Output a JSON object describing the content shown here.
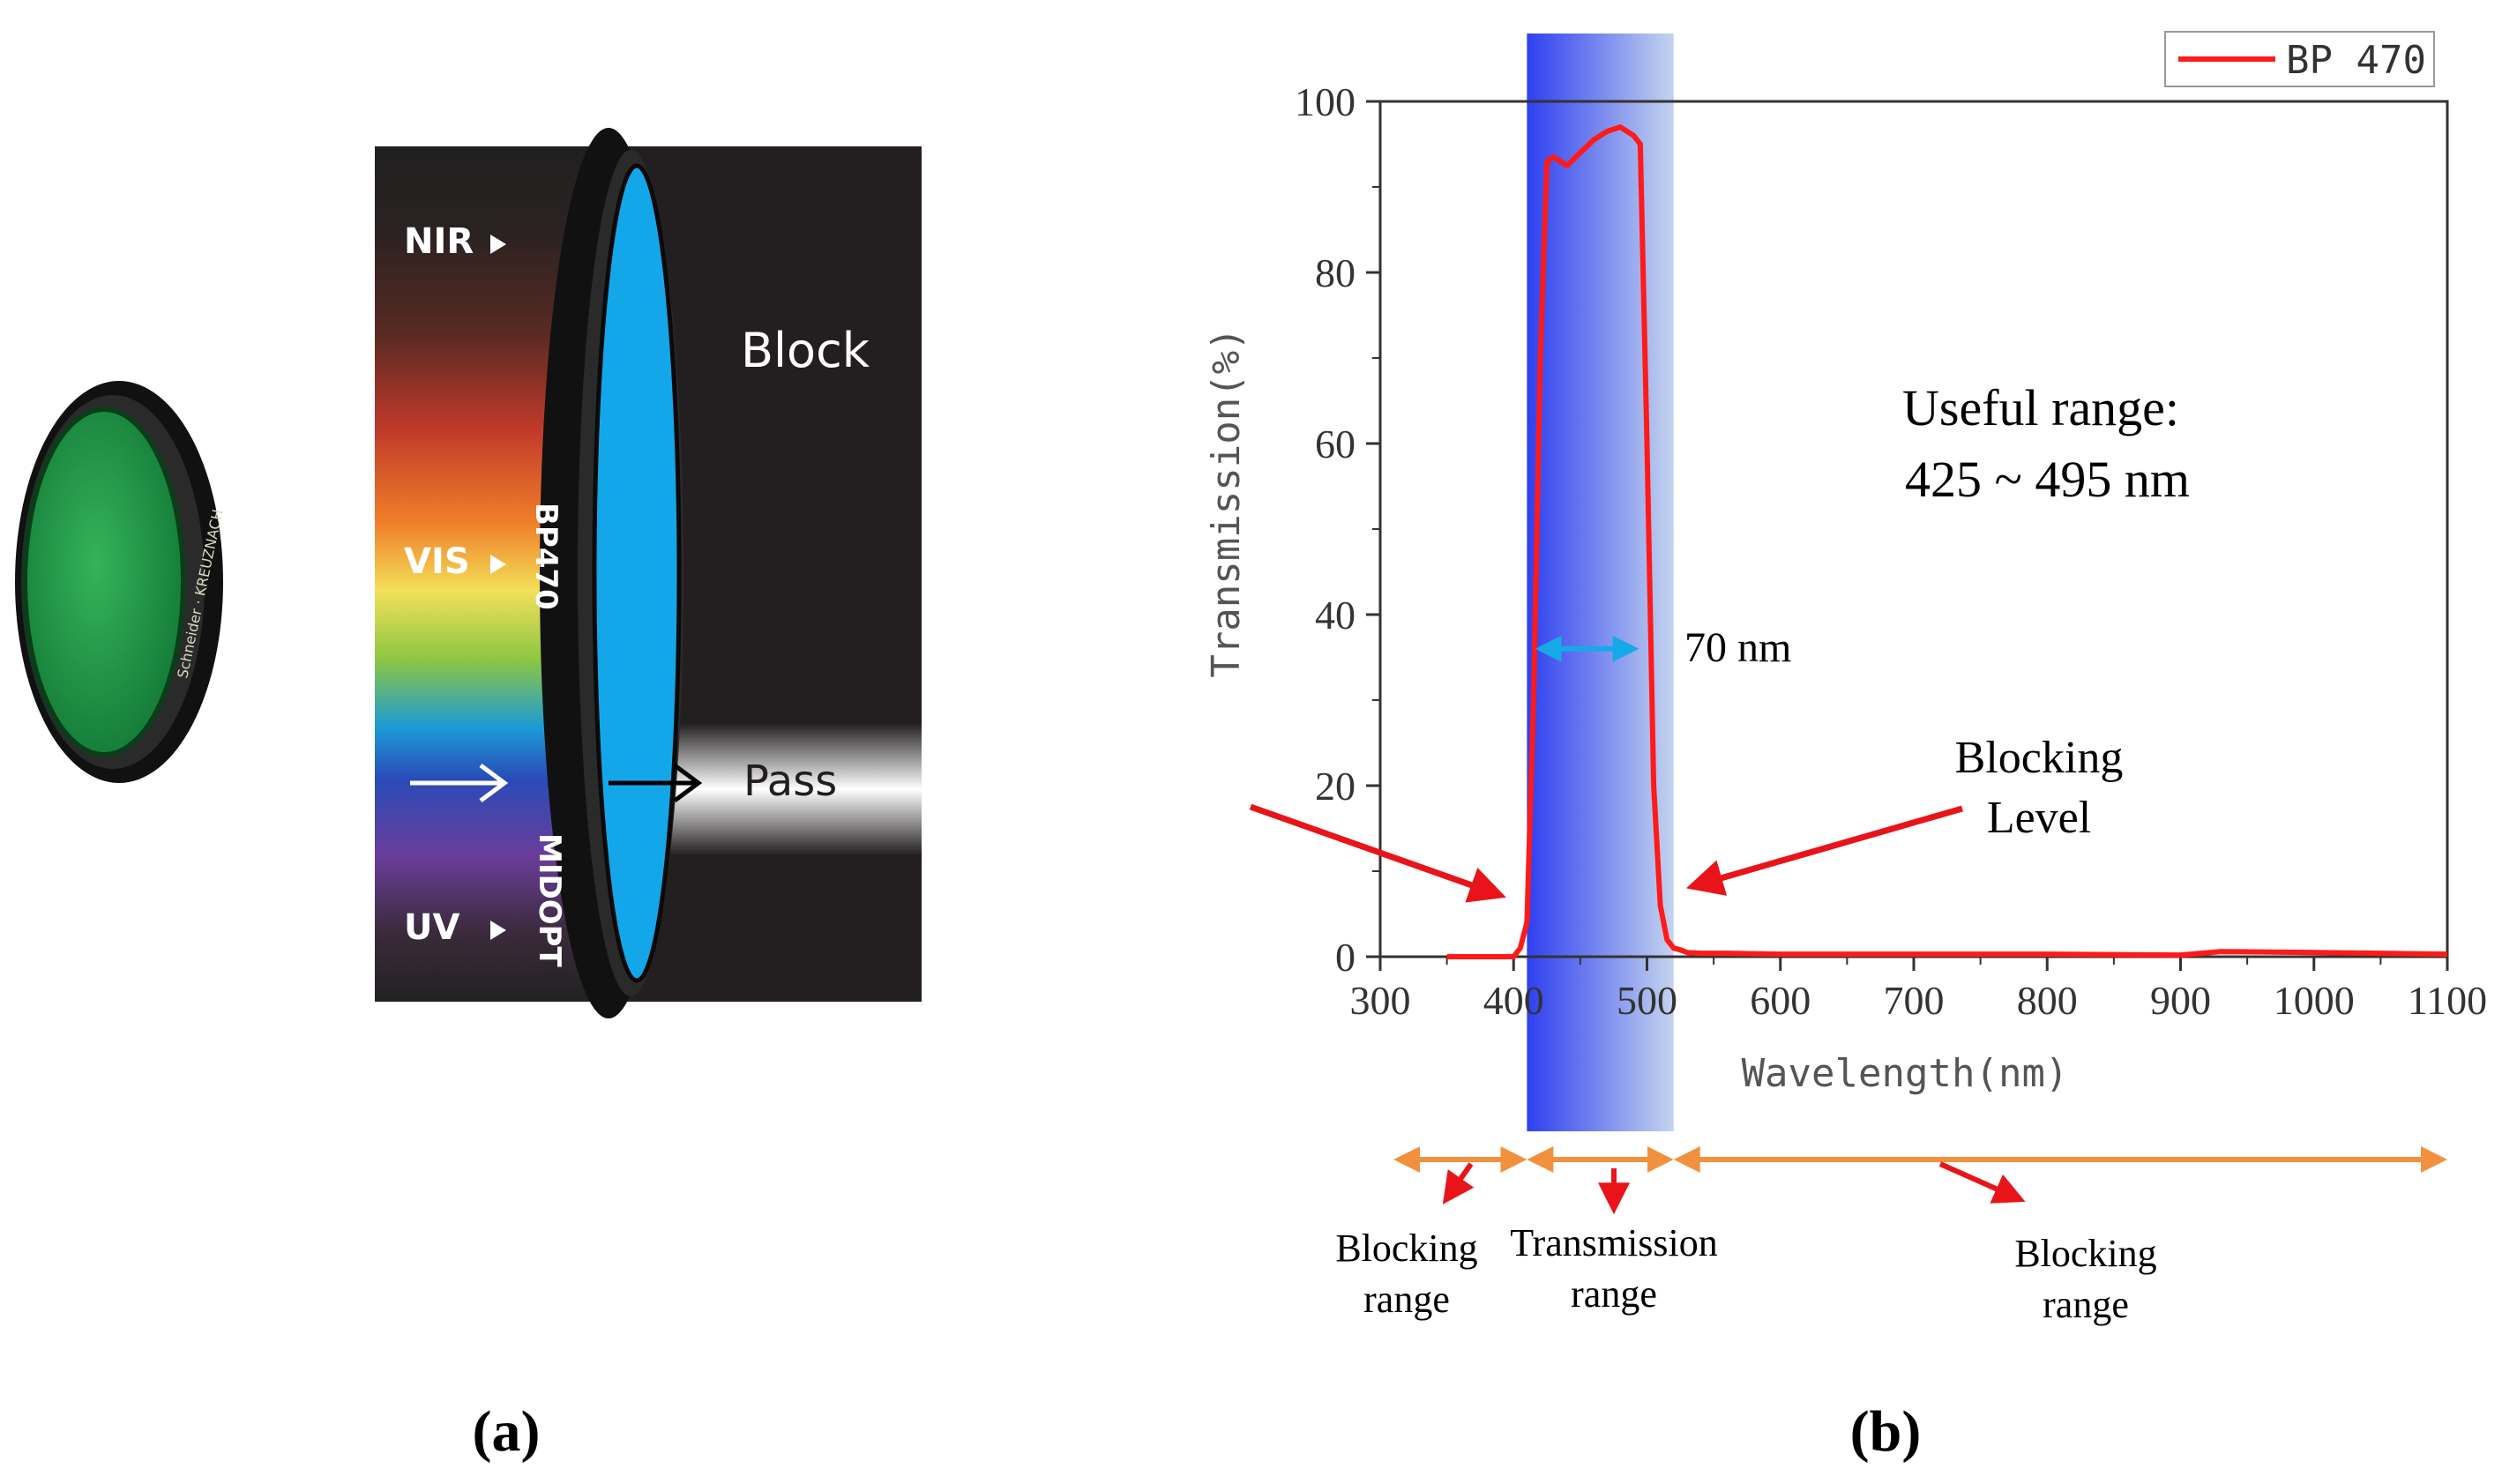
{
  "panel_a": {
    "caption": "(a)",
    "lens_brand": "Schneider · KREUZNACH",
    "spectrum_labels": {
      "nir": "NIR",
      "vis": "VIS",
      "uv": "UV"
    },
    "block_label": "Block",
    "pass_label": "Pass",
    "filter_name": "BP470",
    "filter_brand": "MIDOPT"
  },
  "panel_b": {
    "caption": "(b)",
    "annotation_useful_line1": "Useful range:",
    "annotation_useful_line2": "425 ~ 495 nm",
    "annotation_bandwidth": "70 nm",
    "annotation_blocking_line1": "Blocking",
    "annotation_blocking_line2": "Level",
    "ranges": [
      {
        "line1": "Blocking",
        "line2": "range",
        "from": 310,
        "to": 410
      },
      {
        "line1": "Transmission",
        "line2": "range",
        "from": 410,
        "to": 520
      },
      {
        "line1": "Blocking",
        "line2": "range",
        "from": 520,
        "to": 1100
      }
    ],
    "colors": {
      "curve": "#ff1a1a",
      "band_start": "#2e3ff0",
      "band_end": "#c4d4ee",
      "range_arrow": "#f2913d",
      "pointer_arrow": "#e8141a",
      "width_arrow": "#16a9e8"
    }
  },
  "chart_data": {
    "type": "line",
    "xlabel": "Wavelength(nm)",
    "ylabel": "Transmission(%)",
    "xlim": [
      300,
      1100
    ],
    "ylim": [
      0,
      100
    ],
    "xticks": [
      "300",
      "400",
      "500",
      "600",
      "700",
      "800",
      "900",
      "1000",
      "1100"
    ],
    "yticks": [
      "0",
      "20",
      "40",
      "60",
      "80",
      "100"
    ],
    "highlight_band": [
      410,
      520
    ],
    "legend_position": "top-right",
    "grid": false,
    "series": [
      {
        "name": "BP 470",
        "x": [
          350,
          400,
          405,
          410,
          415,
          420,
          425,
          430,
          440,
          450,
          460,
          470,
          480,
          490,
          495,
          500,
          505,
          510,
          515,
          520,
          525,
          530,
          540,
          560,
          600,
          700,
          800,
          900,
          930,
          1000,
          1100
        ],
        "y": [
          0,
          0,
          1,
          4,
          30,
          70,
          93,
          93.5,
          92.5,
          94,
          95.5,
          96.5,
          97,
          96,
          95,
          60,
          20,
          6,
          2,
          1,
          0.8,
          0.5,
          0.4,
          0.4,
          0.3,
          0.3,
          0.3,
          0.2,
          0.6,
          0.5,
          0.3
        ]
      }
    ]
  }
}
